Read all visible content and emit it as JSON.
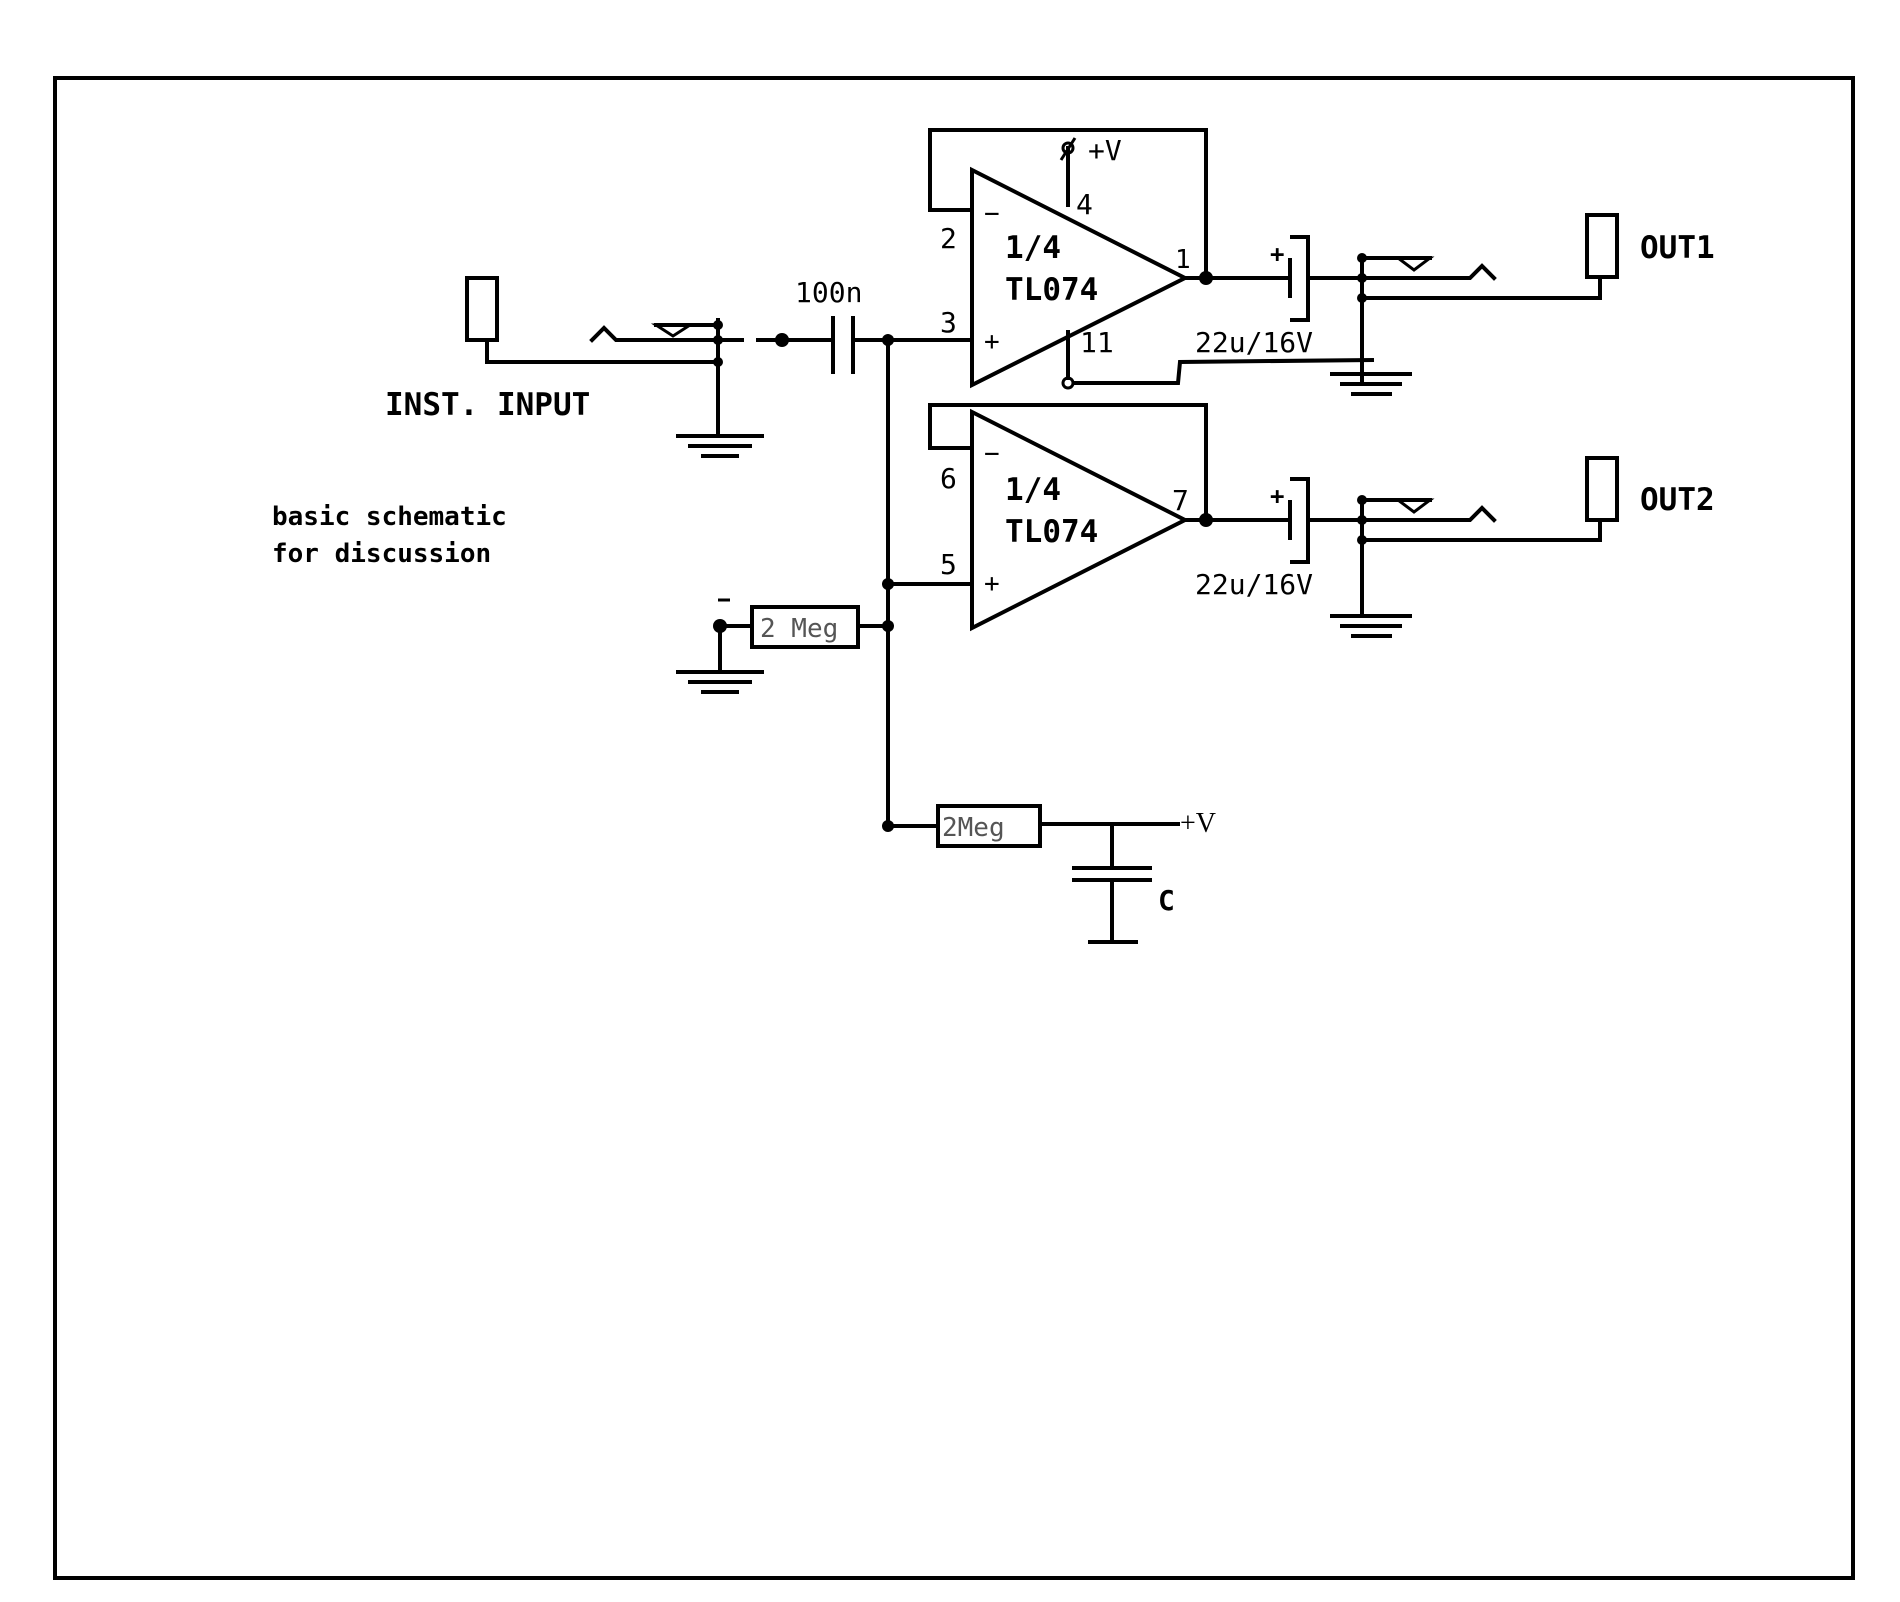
{
  "labels": {
    "input_label": "INST. INPUT",
    "note_line1": "basic schematic",
    "note_line2": "for discussion",
    "out1_label": "OUT1",
    "out2_label": "OUT2",
    "coupling_cap": "100n",
    "out_cap1": "22u/16V",
    "out_cap2": "22u/16V",
    "bias_resistor": "2 Meg",
    "supply_resistor": "2Meg",
    "supply_label": "+V",
    "opamp_supply_label": "+V",
    "filter_cap": "C",
    "cap_plus1": "+",
    "cap_plus2": "+"
  },
  "opamp1": {
    "fraction": "1/4",
    "part": "TL074",
    "pin_inv": "2",
    "pin_noninv": "3",
    "pin_out": "1",
    "pin_vplus": "4",
    "pin_vminus": "11",
    "sign_minus": "−",
    "sign_plus": "+"
  },
  "opamp2": {
    "fraction": "1/4",
    "part": "TL074",
    "pin_inv": "6",
    "pin_noninv": "5",
    "pin_out": "7",
    "sign_minus": "−",
    "sign_plus": "+"
  },
  "colors": {
    "ink": "#000000",
    "background": "#ffffff",
    "resistor_text": "#555555"
  }
}
